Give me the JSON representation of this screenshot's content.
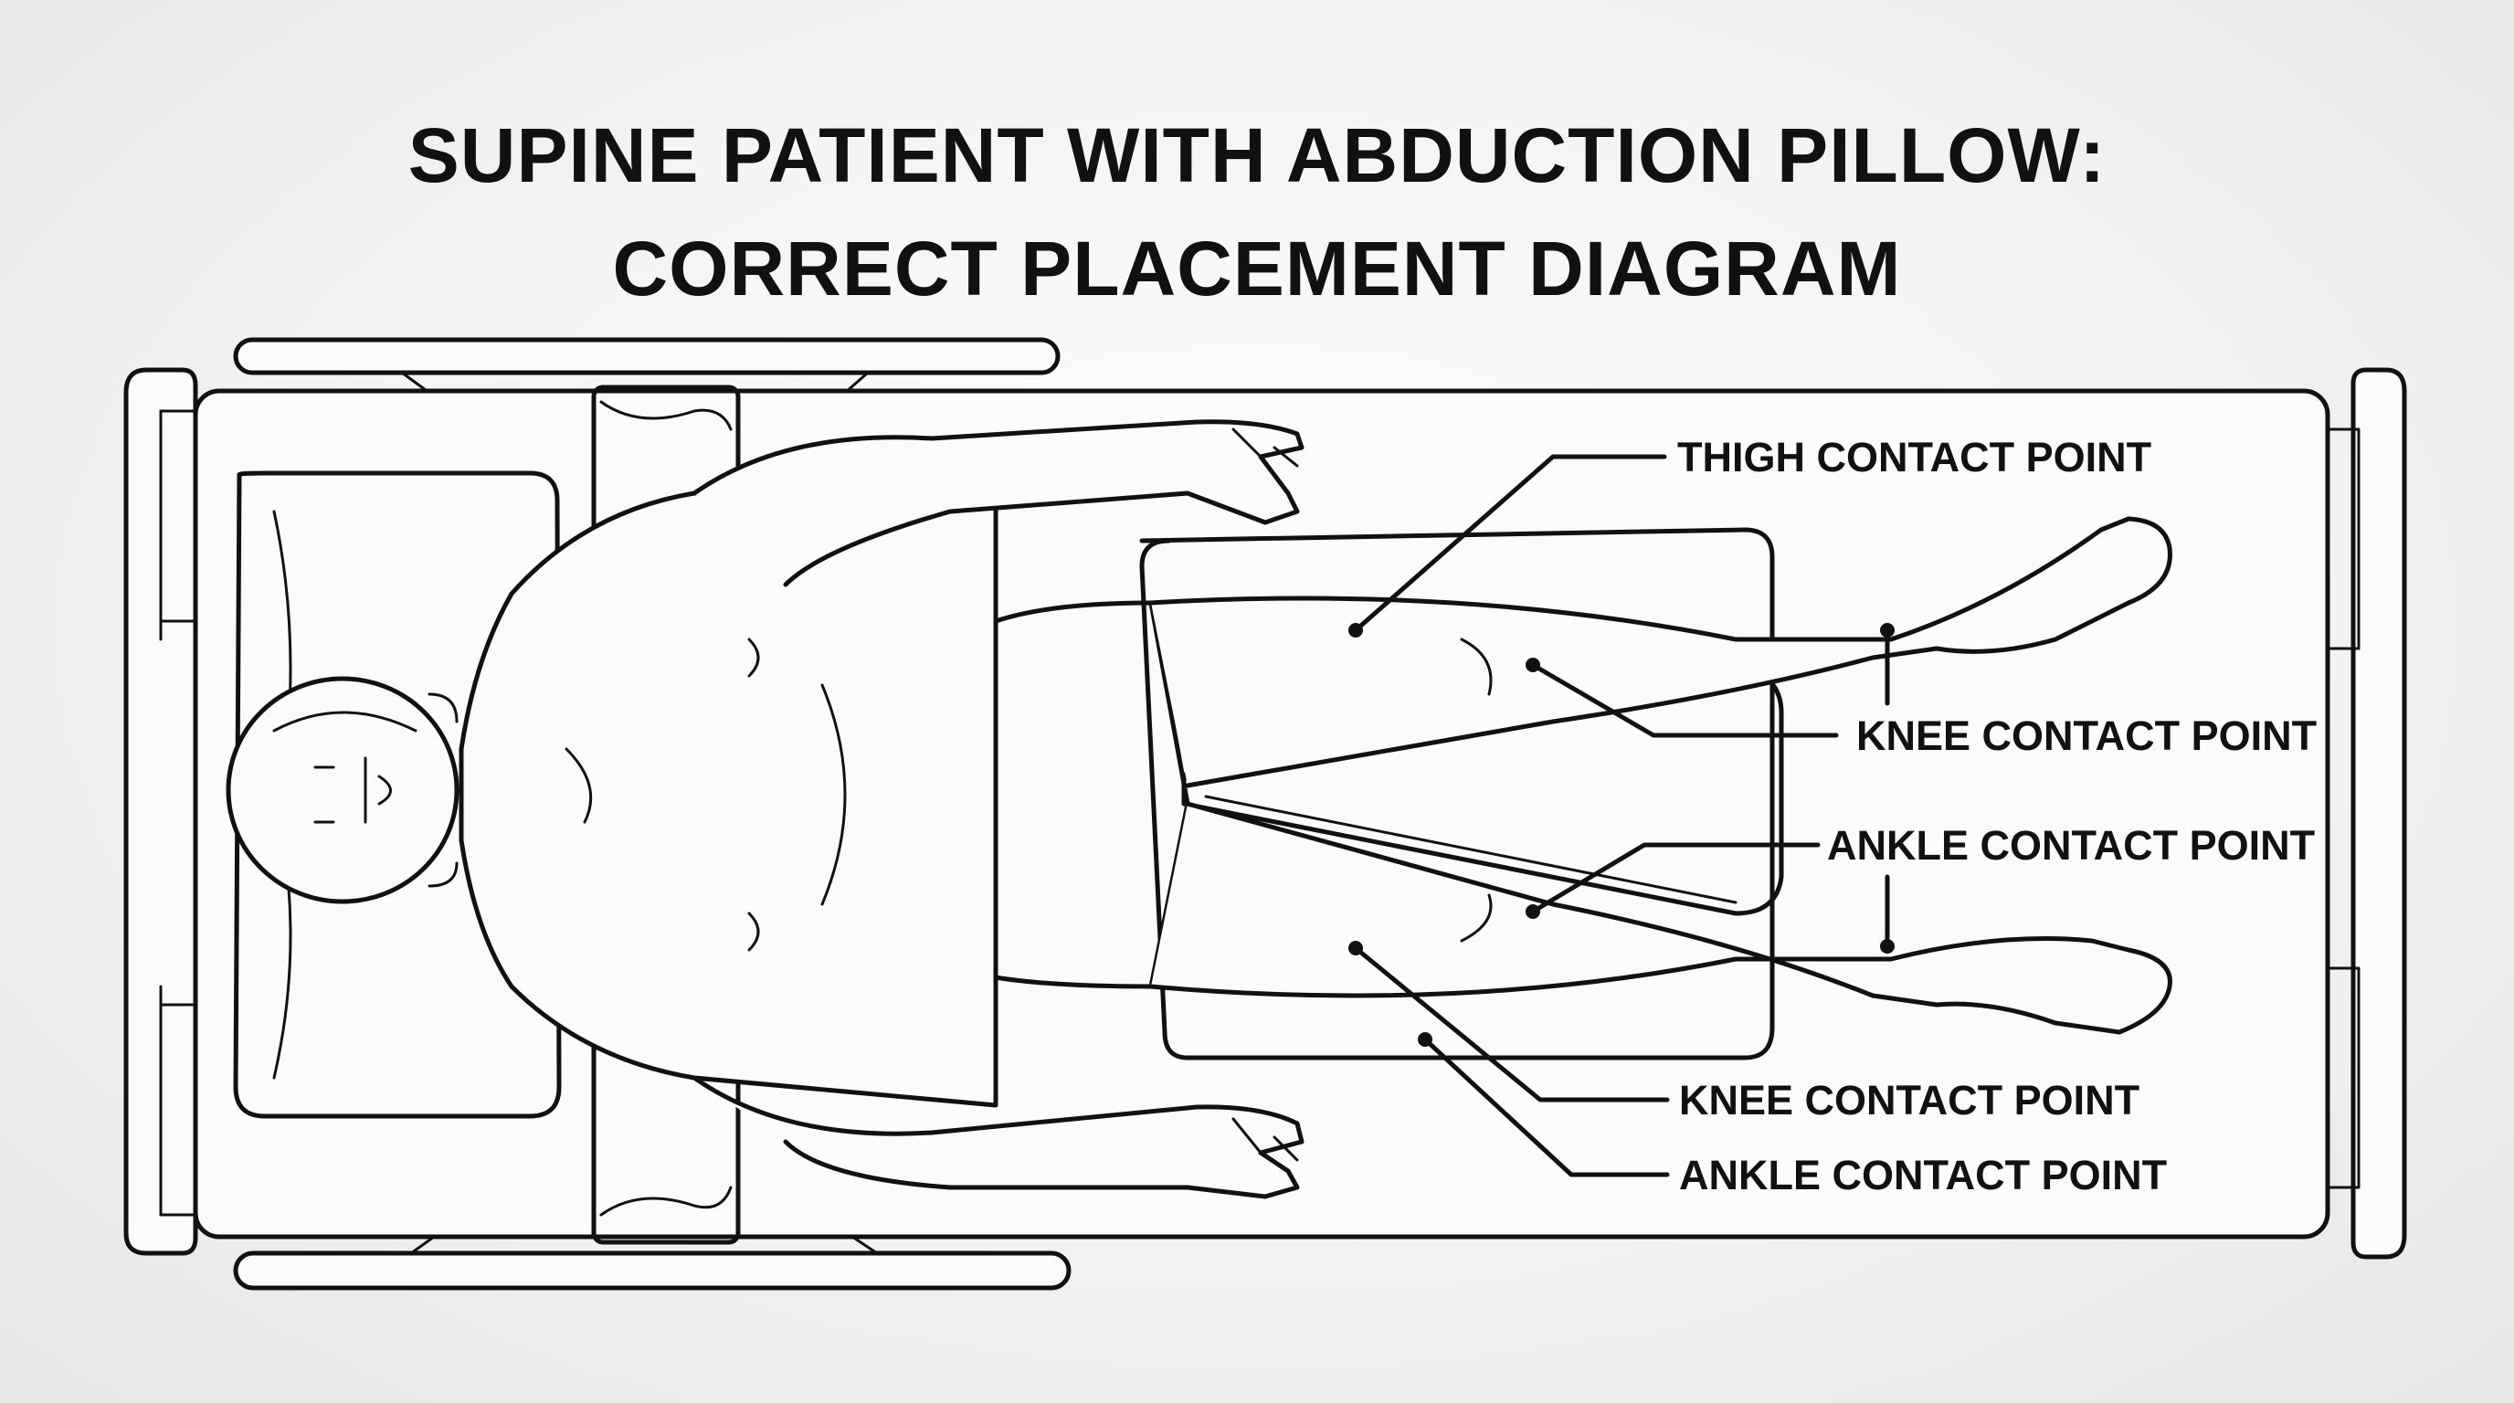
{
  "title": {
    "line1": "SUPINE PATIENT WITH ABDUCTION PILLOW:",
    "line2": "CORRECT PLACEMENT DIAGRAM"
  },
  "labels": {
    "thigh": "THIGH CONTACT POINT",
    "knee_upper": "KNEE CONTACT POINT",
    "ankle_upper": "ANKLE CONTACT POINT",
    "knee_lower": "KNEE CONTACT POINT",
    "ankle_lower": "ANKLE CONTACT POINT"
  }
}
